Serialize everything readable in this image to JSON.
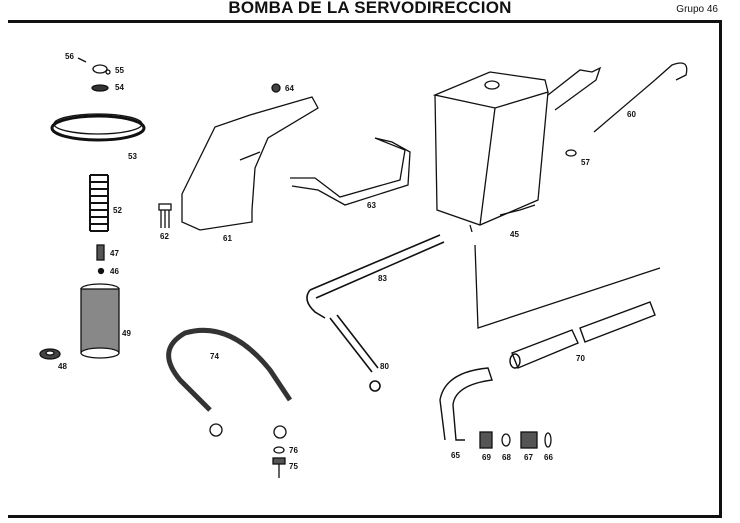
{
  "header": {
    "title": "BOMBA DE LA SERVODIRECCION",
    "group": "Grupo 46"
  },
  "callouts": {
    "p56": "56",
    "p55": "55",
    "p54": "54",
    "p53": "53",
    "p52": "52",
    "p47": "47",
    "p46": "46",
    "p49": "49",
    "p48": "48",
    "p64": "64",
    "p62": "62",
    "p61": "61",
    "p63": "63",
    "p45": "45",
    "p57": "57",
    "p60": "60",
    "p83": "83",
    "p74": "74",
    "p80": "80",
    "p70": "70",
    "p76": "76",
    "p75": "75",
    "p65": "65",
    "p69": "69",
    "p68": "68",
    "p67": "67",
    "p66": "66"
  }
}
